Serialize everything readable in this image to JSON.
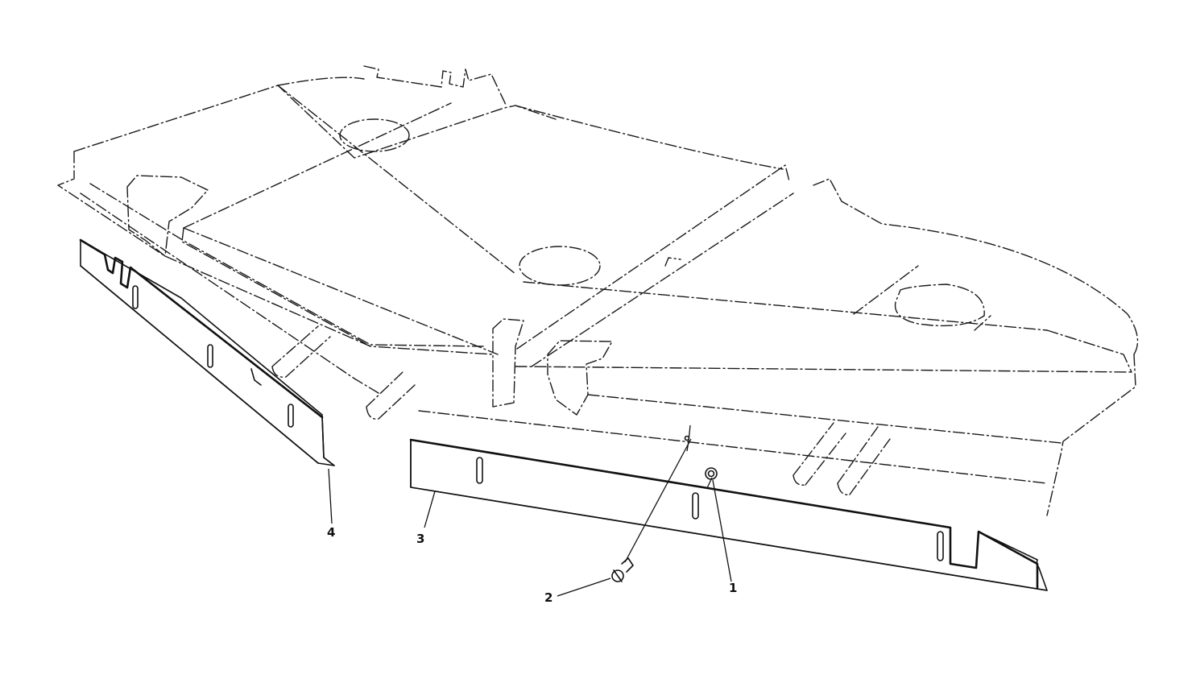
{
  "diagram": {
    "callouts": [
      {
        "id": "1",
        "label": "1"
      },
      {
        "id": "2",
        "label": "2"
      },
      {
        "id": "3",
        "label": "3"
      },
      {
        "id": "4",
        "label": "4"
      }
    ],
    "line_color": "#111111",
    "background": "#ffffff"
  }
}
